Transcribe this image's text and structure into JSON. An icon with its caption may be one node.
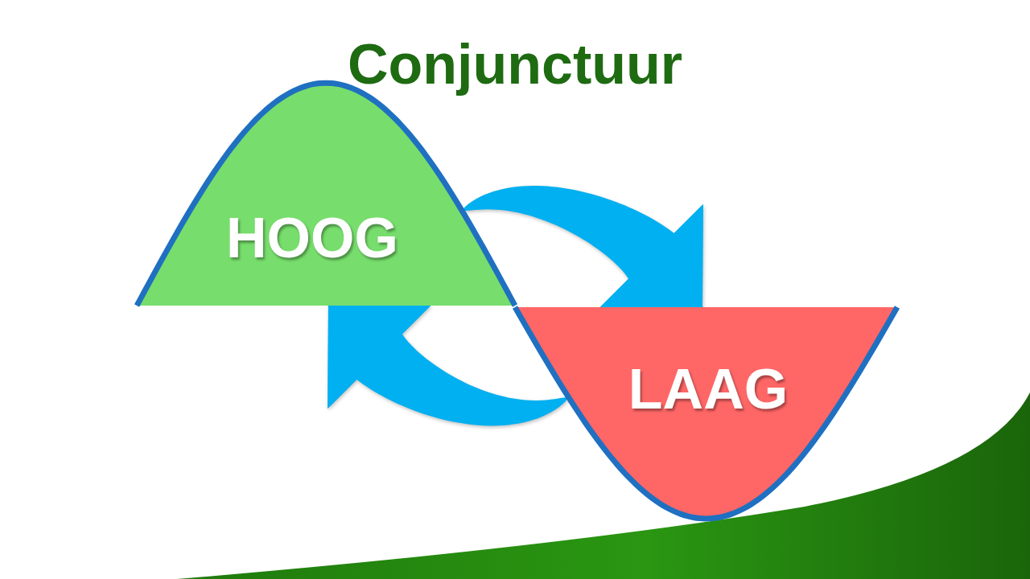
{
  "diagram": {
    "title": "Conjunctuur",
    "nodes": [
      {
        "text": [
          "HOOG"
        ]
      },
      {
        "text": [
          "LAAG"
        ]
      }
    ],
    "edges": [
      {
        "from": 0,
        "to": 1,
        "arrow": "to"
      },
      {
        "from": 1,
        "to": 0,
        "arrow": "to"
      }
    ]
  }
}
